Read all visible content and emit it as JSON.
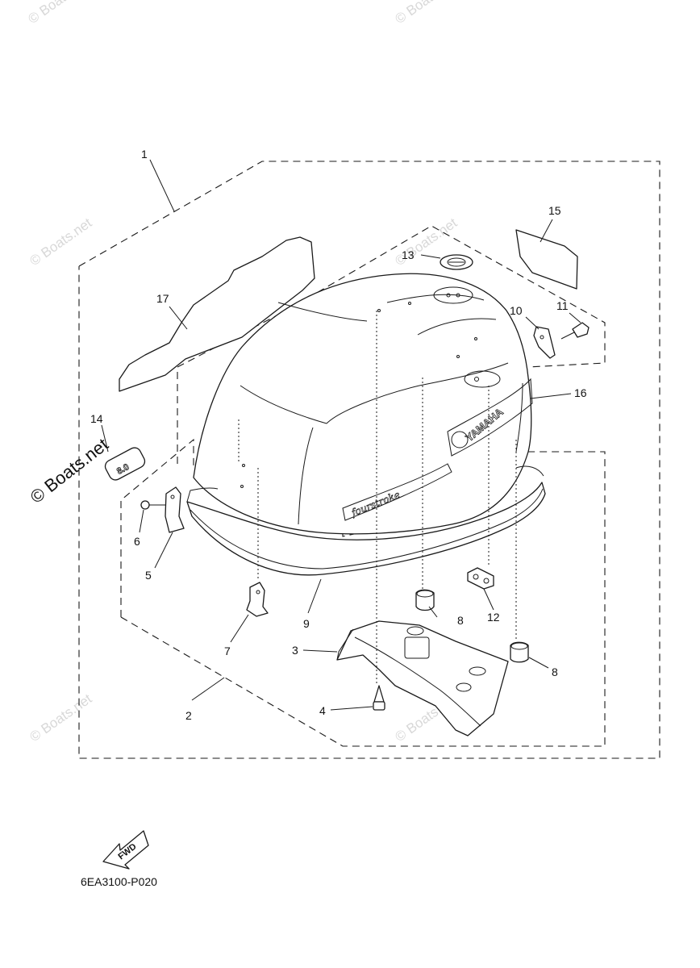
{
  "diagram": {
    "reference_code": "6EA3100-P020",
    "fwd_label": "FWD",
    "decals": {
      "brand": "YAMAHA",
      "stroke": "fourstroke",
      "model": "8.0"
    },
    "watermarks": {
      "small": "© Boats.net",
      "large": "© Boats.net"
    },
    "callouts": [
      {
        "id": "c1",
        "label": "1"
      },
      {
        "id": "c2",
        "label": "2"
      },
      {
        "id": "c3",
        "label": "3"
      },
      {
        "id": "c4",
        "label": "4"
      },
      {
        "id": "c5",
        "label": "5"
      },
      {
        "id": "c6",
        "label": "6"
      },
      {
        "id": "c7",
        "label": "7"
      },
      {
        "id": "c8a",
        "label": "8"
      },
      {
        "id": "c8b",
        "label": "8"
      },
      {
        "id": "c9",
        "label": "9"
      },
      {
        "id": "c10",
        "label": "10"
      },
      {
        "id": "c11",
        "label": "11"
      },
      {
        "id": "c12",
        "label": "12"
      },
      {
        "id": "c13",
        "label": "13"
      },
      {
        "id": "c14",
        "label": "14"
      },
      {
        "id": "c15",
        "label": "15"
      },
      {
        "id": "c16",
        "label": "16"
      },
      {
        "id": "c17",
        "label": "17"
      }
    ]
  }
}
